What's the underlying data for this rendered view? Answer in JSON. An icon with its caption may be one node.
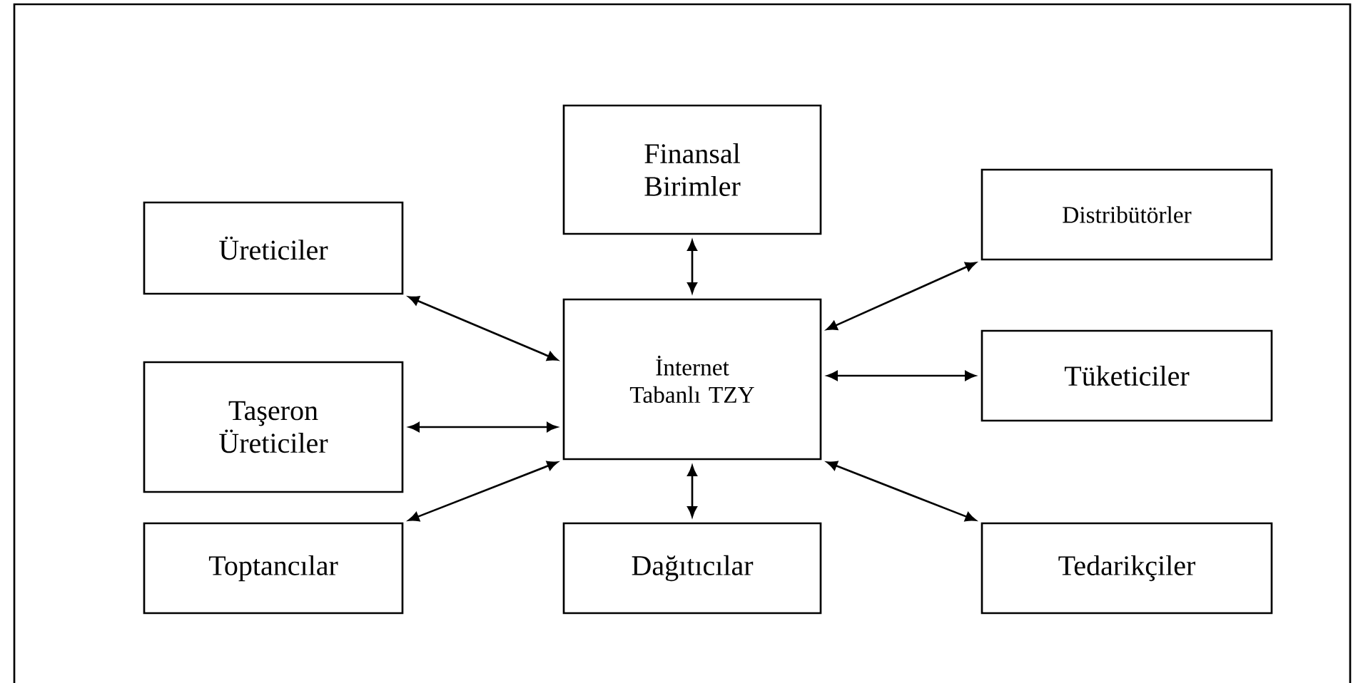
{
  "diagram": {
    "nodes": [
      {
        "text": [
          "Finansal Birimler"
        ]
      },
      {
        "text": [
          "Üreticiler"
        ]
      },
      {
        "text": [
          "Distribütörler"
        ]
      },
      {
        "text": [
          "İnternet Tabanlı TZY"
        ]
      },
      {
        "text": [
          "Tüketiciler"
        ]
      },
      {
        "text": [
          "Taşeron Üreticiler"
        ]
      },
      {
        "text": [
          "Toptancılar"
        ]
      },
      {
        "text": [
          "Dağıtıcılar"
        ]
      },
      {
        "text": [
          "Tedarikçiler"
        ]
      }
    ],
    "edges": [
      {
        "from": 3,
        "to": 0,
        "arrow": "both"
      },
      {
        "from": 3,
        "to": 1,
        "arrow": "both"
      },
      {
        "from": 3,
        "to": 2,
        "arrow": "both"
      },
      {
        "from": 3,
        "to": 4,
        "arrow": "both"
      },
      {
        "from": 3,
        "to": 5,
        "arrow": "both"
      },
      {
        "from": 3,
        "to": 6,
        "arrow": "both"
      },
      {
        "from": 3,
        "to": 7,
        "arrow": "both"
      },
      {
        "from": 3,
        "to": 8,
        "arrow": "both"
      }
    ]
  }
}
